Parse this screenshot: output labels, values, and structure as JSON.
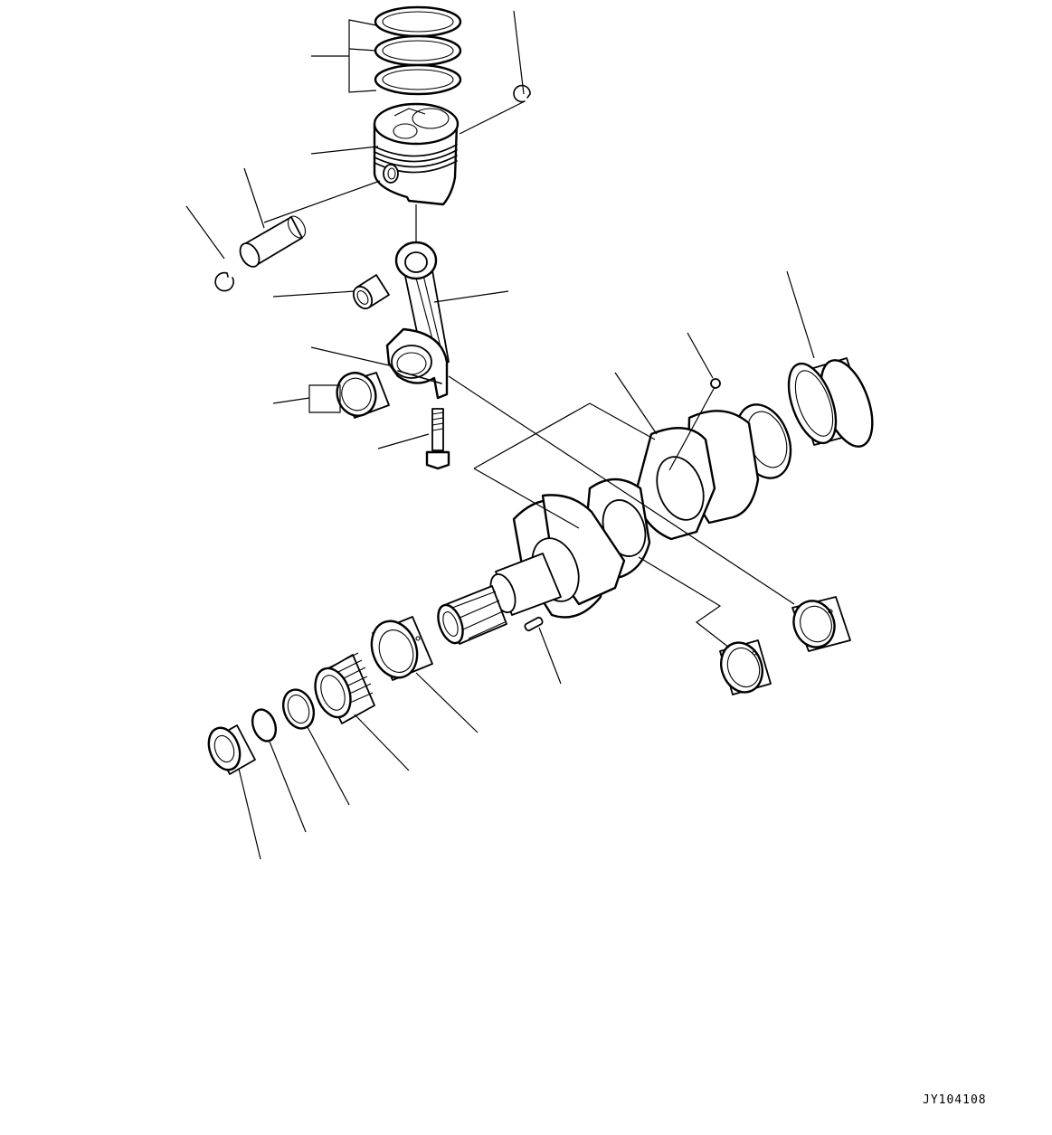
{
  "diagram": {
    "drawing_code": "JY104108",
    "parts": [
      "piston-ring-set",
      "snap-ring-upper",
      "piston",
      "piston-pin",
      "piston-pin-snap-ring",
      "small-end-bushing",
      "connecting-rod",
      "connecting-rod-bearing",
      "connecting-rod-bolt",
      "crankshaft",
      "crankshaft-rear-bushing",
      "main-bearing-upper",
      "main-bearing-lower",
      "crankshaft-key",
      "front-bushing",
      "timing-gear",
      "shim",
      "o-ring",
      "front-seal"
    ]
  }
}
